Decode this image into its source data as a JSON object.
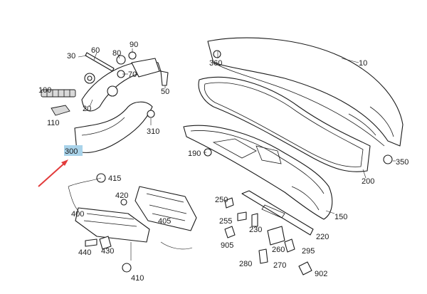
{
  "colors": {
    "line": "#1a1a1a",
    "highlight": "#a9d3ea",
    "arrow": "#e23b3b"
  },
  "highlighted_label": "300",
  "labels": {
    "l10": "10",
    "l20": "20",
    "l30": "30",
    "l50": "50",
    "l60": "60",
    "l70": "70",
    "l80": "80",
    "l90": "90",
    "l100": "100",
    "l110": "110",
    "l150": "150",
    "l190": "190",
    "l200": "200",
    "l220": "220",
    "l230": "230",
    "l250": "250",
    "l255": "255",
    "l260": "260",
    "l270": "270",
    "l280": "280",
    "l295": "295",
    "l300": "300",
    "l310": "310",
    "l350": "350",
    "l360": "360",
    "l400": "400",
    "l405": "405",
    "l410": "410",
    "l415": "415",
    "l420": "420",
    "l430": "430",
    "l440": "440",
    "l902": "902",
    "l905": "905"
  }
}
